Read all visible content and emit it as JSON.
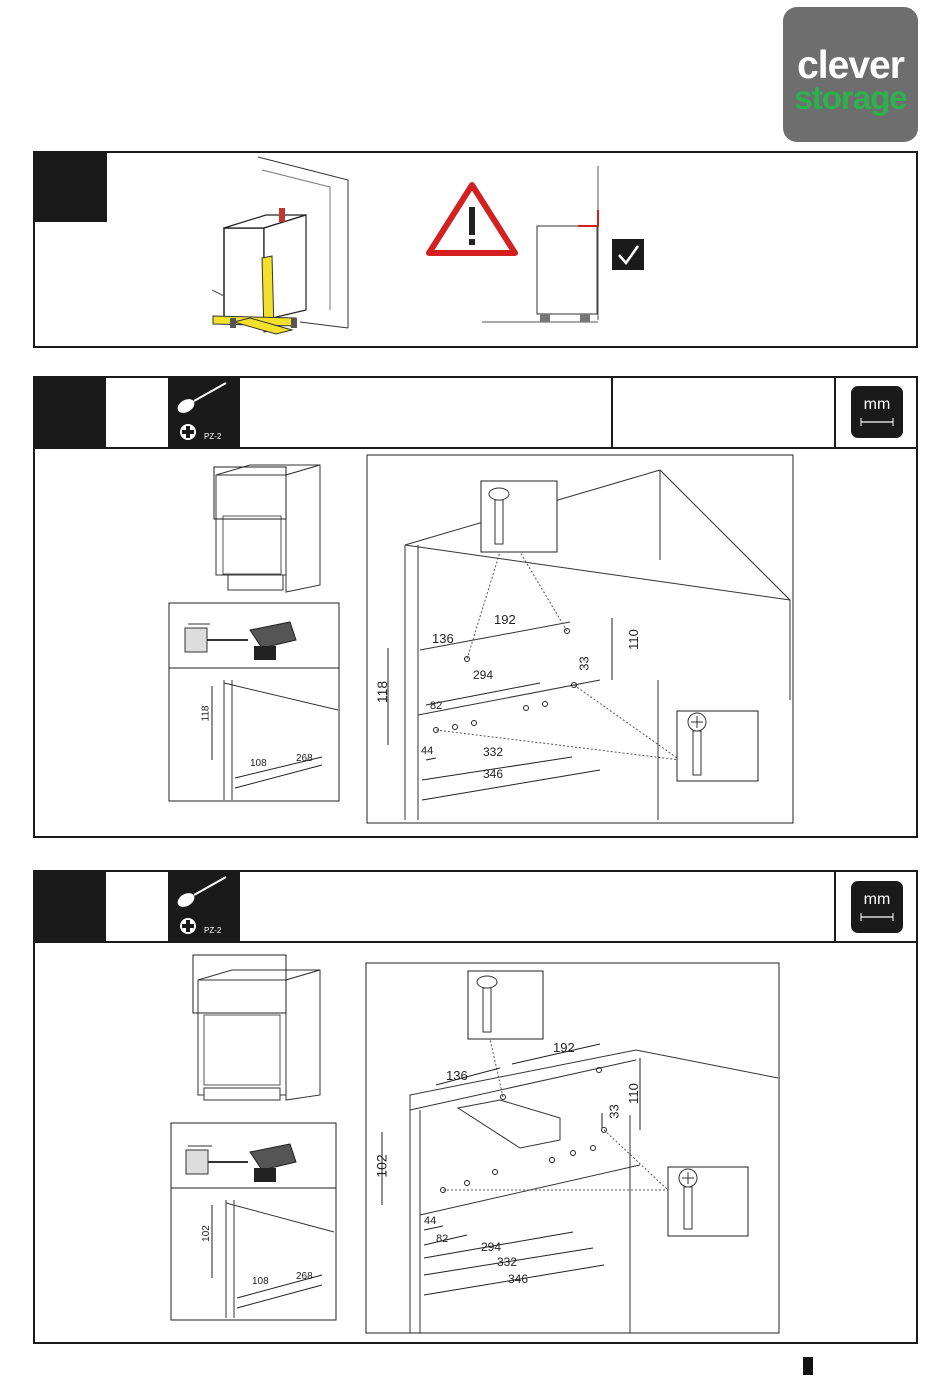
{
  "brand": {
    "line1": "clever",
    "line2": "storage",
    "accent_color": "#2bb24c",
    "bg_color": "#6e6e6e"
  },
  "icons": {
    "warning": "warning-triangle-icon",
    "check": "checkmark-icon",
    "screwdriver": "screwdriver-icon",
    "unit": "millimeter-icon"
  },
  "step2": {
    "tool_label": "PZ-2",
    "unit_label": "mm",
    "inset_dims": [
      "118",
      "108",
      "268"
    ],
    "main_dims": [
      "136",
      "192",
      "110",
      "33",
      "294",
      "82",
      "118",
      "44",
      "332",
      "346"
    ]
  },
  "step3": {
    "tool_label": "PZ-2",
    "unit_label": "mm",
    "inset_dims": [
      "102",
      "108",
      "268"
    ],
    "main_dims": [
      "192",
      "136",
      "110",
      "33",
      "102",
      "44",
      "82",
      "294",
      "332",
      "346"
    ]
  }
}
